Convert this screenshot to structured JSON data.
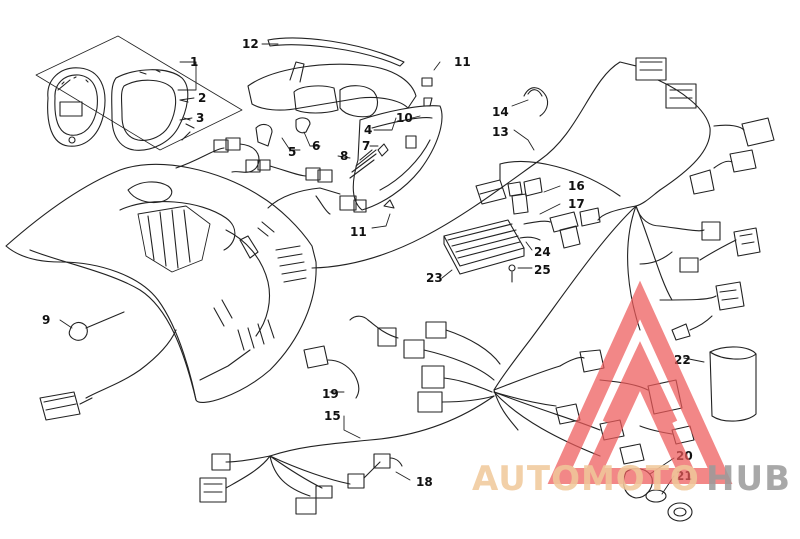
{
  "diagram": {
    "callouts": [
      "1",
      "2",
      "3",
      "4",
      "5",
      "6",
      "7",
      "8",
      "9",
      "10",
      "11",
      "11",
      "12",
      "13",
      "14",
      "15",
      "16",
      "17",
      "18",
      "19",
      "20",
      "21",
      "22",
      "23",
      "24",
      "25"
    ]
  },
  "watermark": {
    "part1": "AUTOMOTO",
    "part2": "HUB",
    "color_part1": "#f0c89a",
    "color_part2": "#9a9a9a",
    "logo_color": "#ee5a5a"
  }
}
